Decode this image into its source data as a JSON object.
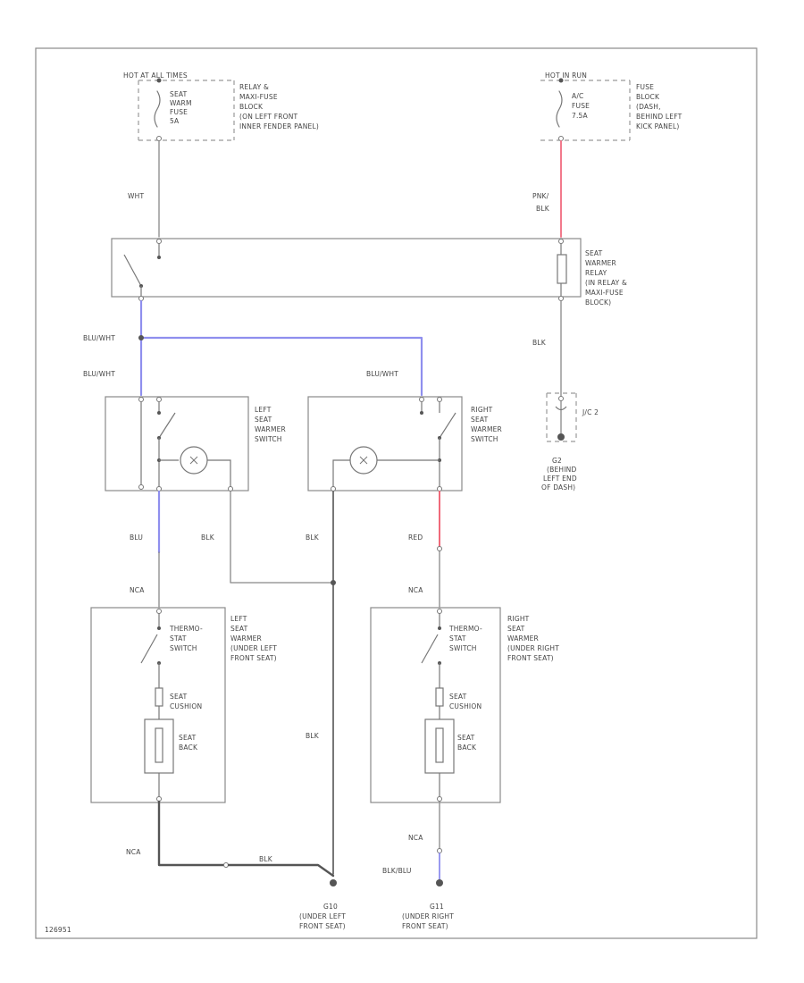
{
  "colors": {
    "wire_default": "#888888",
    "wire_pink": "#f27a8c",
    "wire_blue": "#8f8fee",
    "wire_red": "#f06a7a",
    "wire_ground_dark": "#555555"
  },
  "power": {
    "left_source": "HOT AT ALL TIMES",
    "left_fuse": [
      "SEAT",
      "WARM",
      "FUSE",
      "5A"
    ],
    "left_block": [
      "RELAY &",
      "MAXI-FUSE",
      "BLOCK",
      "(ON LEFT FRONT",
      "INNER FENDER PANEL)"
    ],
    "right_source": "HOT IN RUN",
    "right_fuse": [
      "A/C",
      "FUSE",
      "7.5A"
    ],
    "right_block": [
      "FUSE",
      "BLOCK",
      "(DASH,",
      "BEHIND LEFT",
      "KICK PANEL)"
    ]
  },
  "relay": {
    "label": [
      "SEAT",
      "WARMER",
      "RELAY",
      "(IN RELAY &",
      "MAXI-FUSE",
      "BLOCK)"
    ]
  },
  "switches": {
    "left": [
      "LEFT",
      "SEAT",
      "WARMER",
      "SWITCH"
    ],
    "right": [
      "RIGHT",
      "SEAT",
      "WARMER",
      "SWITCH"
    ]
  },
  "heaters": {
    "left": [
      "LEFT",
      "SEAT",
      "WARMER",
      "(UNDER LEFT",
      "FRONT SEAT)"
    ],
    "right": [
      "RIGHT",
      "SEAT",
      "WARMER",
      "(UNDER RIGHT",
      "FRONT SEAT)"
    ],
    "thermostat": [
      "THERMO-",
      "STAT",
      "SWITCH"
    ],
    "cushion": [
      "SEAT",
      "CUSHION"
    ],
    "back": [
      "SEAT",
      "BACK"
    ]
  },
  "wires": {
    "wht": "WHT",
    "pnk_blk": [
      "PNK/",
      "BLK"
    ],
    "blu_wht": "BLU/WHT",
    "blk": "BLK",
    "blu": "BLU",
    "red": "RED",
    "nca": "NCA",
    "blk_blu": "BLK/BLU"
  },
  "grounds": {
    "g2": [
      "G2",
      "(BEHIND",
      "LEFT END",
      "OF DASH)"
    ],
    "g10": [
      "G10",
      "(UNDER LEFT",
      "FRONT SEAT)"
    ],
    "g11": [
      "G11",
      "(UNDER RIGHT",
      "FRONT SEAT)"
    ],
    "jc2": "J/C 2"
  },
  "footer": "126951"
}
